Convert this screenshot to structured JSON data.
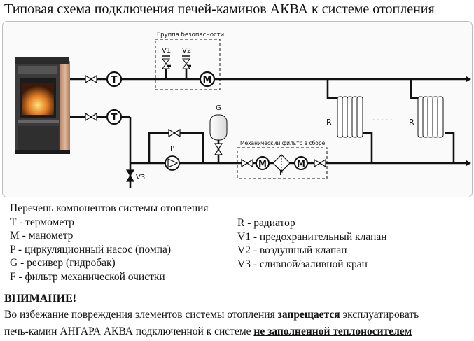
{
  "title": "Типовая схема подключения печей-каминов АКВА к системе отопления",
  "diagram": {
    "safety_group_label": "Группа безопасности",
    "filter_group_label": "Механический фильтр в сборе",
    "labels": {
      "v1": "V1",
      "v2": "V2",
      "g": "G",
      "p": "P",
      "f": "F",
      "v3": "V3",
      "r1": "R",
      "r2": "R",
      "t1": "T",
      "t2": "T",
      "m1": "M",
      "m2": "M",
      "m3": "M",
      "dots": "· · · · · ·"
    }
  },
  "legend": {
    "heading": "Перечень компонентов системы отопления",
    "left_items": [
      "T - термометр",
      "M - манометр",
      "P - циркуляционный насос (помпа)",
      "G - ресивер (гидробак)",
      "F - фильтр механической очистки"
    ],
    "right_items": [
      "R - радиатор",
      "V1 - предохранительный клапан",
      "V2 - воздушный клапан",
      "V3 - сливной/заливной кран"
    ]
  },
  "warning": {
    "heading": "ВНИМАНИЕ!",
    "line1_prefix": "Во избежание повреждения элементов системы отопления ",
    "line1_bold": "запрещается",
    "line1_suffix": " эксплуатировать",
    "line2_prefix": "печь-камин АНГАРА АКВА подключенной к системе ",
    "line2_bold": "не заполненной теплоносителем"
  }
}
